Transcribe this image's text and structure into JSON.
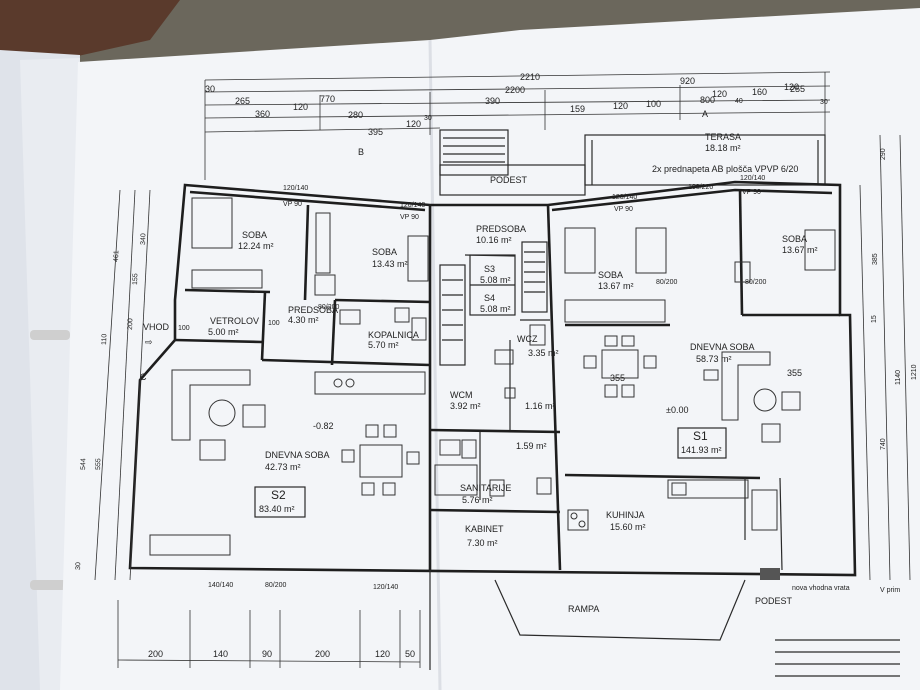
{
  "top_dimensions": {
    "row1": [
      "2210",
      "920"
    ],
    "row2": [
      "2200"
    ],
    "row3": [
      "30",
      "770",
      "390",
      "120",
      "160",
      "120",
      "255",
      "30"
    ],
    "row4": [
      "265",
      "120",
      "280",
      "120",
      "30",
      "159",
      "120",
      "100",
      "800",
      "40"
    ],
    "row5": [
      "360",
      "395",
      "A"
    ]
  },
  "bottom_dimensions": [
    "200",
    "140",
    "90",
    "200",
    "120",
    "50"
  ],
  "left_dimensions": [
    "461",
    "340",
    "155",
    "200",
    "110",
    "544",
    "555",
    "30"
  ],
  "right_dimensions": [
    "290",
    "385",
    "15",
    "1140",
    "740",
    "1210"
  ],
  "rooms": [
    {
      "name": "SOBA",
      "area": "12.24 m²"
    },
    {
      "name": "SOBA",
      "area": "13.43 m²"
    },
    {
      "name": "PREDSOBA",
      "area": "4.30 m²"
    },
    {
      "name": "VETROLOV",
      "area": "5.00 m²"
    },
    {
      "name": "KOPALNICA",
      "area": "5.70 m²"
    },
    {
      "name": "DNEVNA SOBA",
      "area": "42.73 m²"
    },
    {
      "name": "PREDSOBA",
      "area": "10.16 m²"
    },
    {
      "name": "S3",
      "area": "5.08 m²"
    },
    {
      "name": "S4",
      "area": "5.08 m²"
    },
    {
      "name": "WCZ",
      "area": "3.35 m²"
    },
    {
      "name": "WCM",
      "area": "3.92 m²"
    },
    {
      "name": "",
      "area": "1.16 m²"
    },
    {
      "name": "",
      "area": "1.59 m²"
    },
    {
      "name": "SANITARIJE",
      "area": "5.76 m²"
    },
    {
      "name": "KABINET",
      "area": "7.30 m²"
    },
    {
      "name": "SOBA",
      "area": "13.67 m²"
    },
    {
      "name": "SOBA",
      "area": "13.67 m²"
    },
    {
      "name": "DNEVNA SOBA",
      "area": "58.73 m²"
    },
    {
      "name": "KUHINJA",
      "area": "15.60 m²"
    },
    {
      "name": "TERASA",
      "area": "18.18 m²"
    }
  ],
  "units": [
    {
      "name": "S2",
      "area": "83.40 m²"
    },
    {
      "name": "S1",
      "area": "141.93 m²"
    }
  ],
  "notes": {
    "terasa_note": "2x prednapeta AB plošča VPVP 6/20",
    "podest": "PODEST",
    "podest2": "PODEST",
    "rampa": "RAMPA",
    "vhod": "VHOD",
    "nova_vrata": "nova vhodna vrata",
    "level1": "-0.82",
    "level2": "±0.00",
    "section_b": "B",
    "section_c": "C",
    "dim_355a": "355",
    "dim_355b": "355",
    "dim_100a": "100",
    "dim_100b": "100",
    "v_prim": "V prim"
  },
  "window_tags": [
    "120/140",
    "VP 90",
    "120/140",
    "VP 90",
    "120/140",
    "VP 90",
    "100/220",
    "120/140",
    "VP 90",
    "140/140",
    "80/200",
    "120/140",
    "80/200",
    "80/200",
    "80/200"
  ]
}
